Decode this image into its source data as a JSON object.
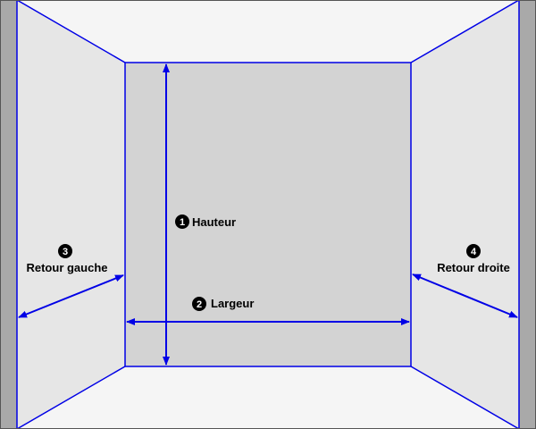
{
  "colors": {
    "line": "#0000e6",
    "back_wall": "#d3d3d3",
    "side_wall": "#e6e6e6",
    "floor_ceiling": "#f5f5f5",
    "outer_strip": "#a9a9a9",
    "badge": "#000000"
  },
  "labels": {
    "hauteur": {
      "number": "1",
      "text": "Hauteur"
    },
    "largeur": {
      "number": "2",
      "text": "Largeur"
    },
    "retour_gauche": {
      "number": "3",
      "text": "Retour gauche"
    },
    "retour_droite": {
      "number": "4",
      "text": "Retour droite"
    }
  }
}
